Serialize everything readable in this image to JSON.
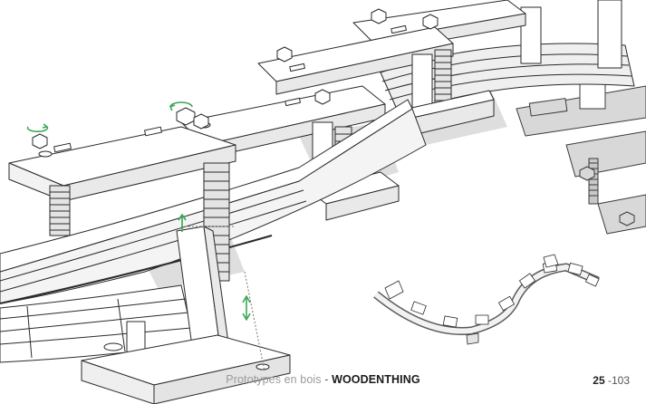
{
  "document": {
    "footer": {
      "subtitle": "Prototypes en bois",
      "separator": " - ",
      "brand": "WOODENTHING"
    },
    "pagination": {
      "current": "25",
      "separator": " -",
      "total": "103"
    }
  },
  "colors": {
    "line": "#2a2a2a",
    "wood_face": "#ffffff",
    "wood_shade": "#e9e9e9",
    "shadow": "#cfcfcf",
    "background_parts": "#d4d4d4",
    "accent_arrow": "#3aa655",
    "caption_grey": "#9a9a9a",
    "caption_dark": "#1a1a1a"
  },
  "icons": [
    "rotation-arrow-icon",
    "vertical-arrow-icon",
    "hex-nut-icon"
  ]
}
